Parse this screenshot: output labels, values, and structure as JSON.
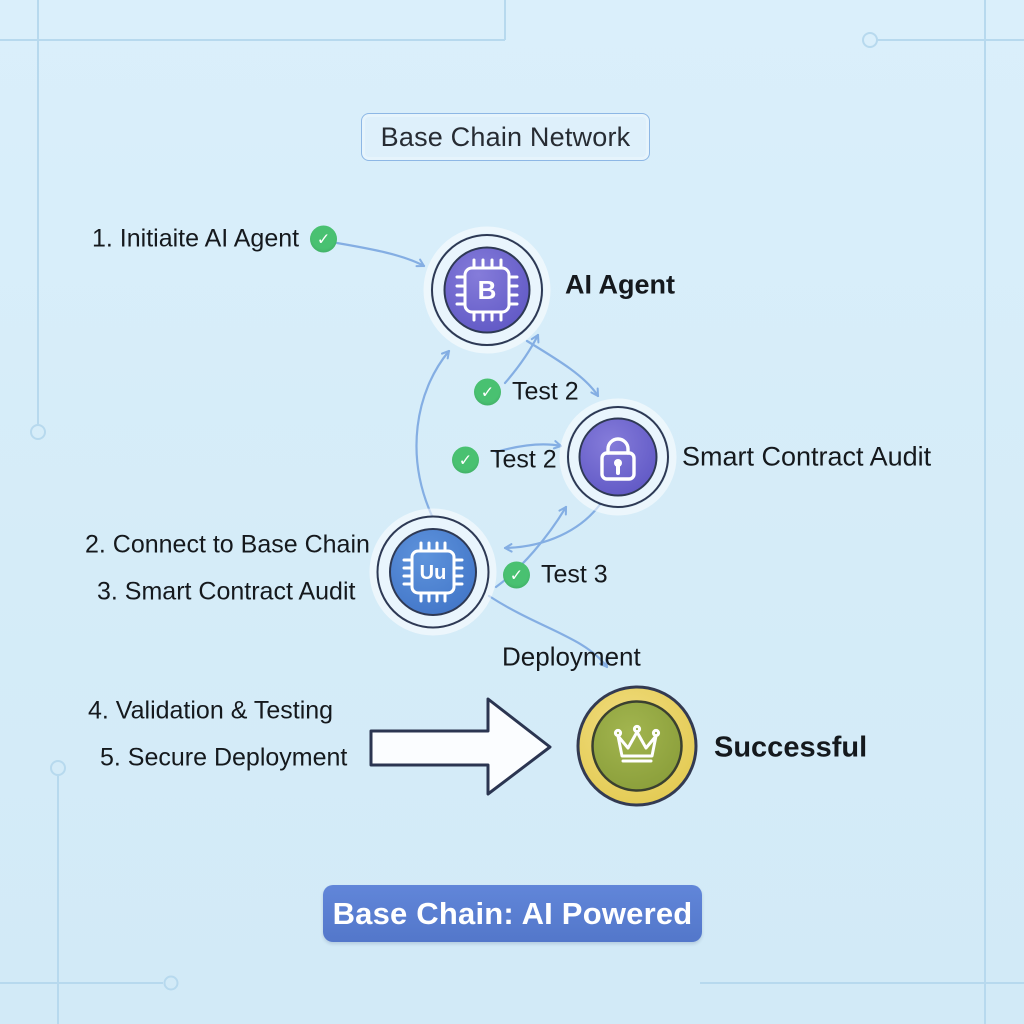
{
  "title_box": {
    "label": "Base Chain Network"
  },
  "steps": [
    {
      "label": "1. Initiaite AI Agent",
      "checked": true
    },
    {
      "label": "2. Connect to Base Chain"
    },
    {
      "label": "3. Smart Contract Audit"
    },
    {
      "label": "4. Validation & Testing"
    },
    {
      "label": "5. Secure Deployment"
    }
  ],
  "nodes": [
    {
      "id": "ai-agent",
      "label": "AI Agent",
      "icon": "chip-b-icon"
    },
    {
      "id": "smart-contract-audit",
      "label": "Smart Contract Audit",
      "icon": "lock-icon"
    },
    {
      "id": "base-chain-processor",
      "label": "",
      "icon": "chip-u-icon"
    },
    {
      "id": "successful",
      "label": "Successful",
      "icon": "crown-coin-icon"
    }
  ],
  "checkpoints": [
    {
      "label": "Test 2"
    },
    {
      "label": "Test 2"
    },
    {
      "label": "Test 3"
    }
  ],
  "deployment_label": "Deployment",
  "banner": {
    "label": "Base Chain: AI Powered"
  },
  "chip_letters": {
    "ai": "B",
    "base": "Uu"
  },
  "icons": {
    "check": "✓"
  },
  "colors": {
    "background": "#d7edf9",
    "trace": "#b7d9ee",
    "connector": "#84aee3",
    "check_green": "#49c171",
    "node_purple": "#6b63cb",
    "node_blue": "#4d83d2",
    "coin_gold": "#e9d166",
    "coin_olive": "#95a945",
    "banner_blue": "#5a7ed2",
    "ink": "#15191d"
  }
}
